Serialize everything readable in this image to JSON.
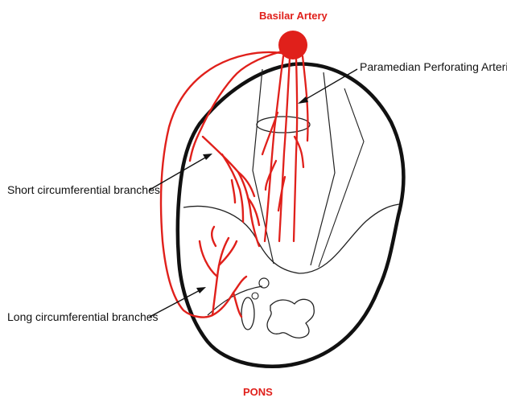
{
  "labels": {
    "basilar_artery": "Basilar Artery",
    "paramedian": "Paramedian Perforating Arteries",
    "short_circumferential": "Short circumferential branches",
    "long_circumferential": "Long circumferential branches",
    "structure": "PONS"
  },
  "colors": {
    "artery": "#e0201b",
    "outline": "#111111",
    "background": "#ffffff"
  }
}
